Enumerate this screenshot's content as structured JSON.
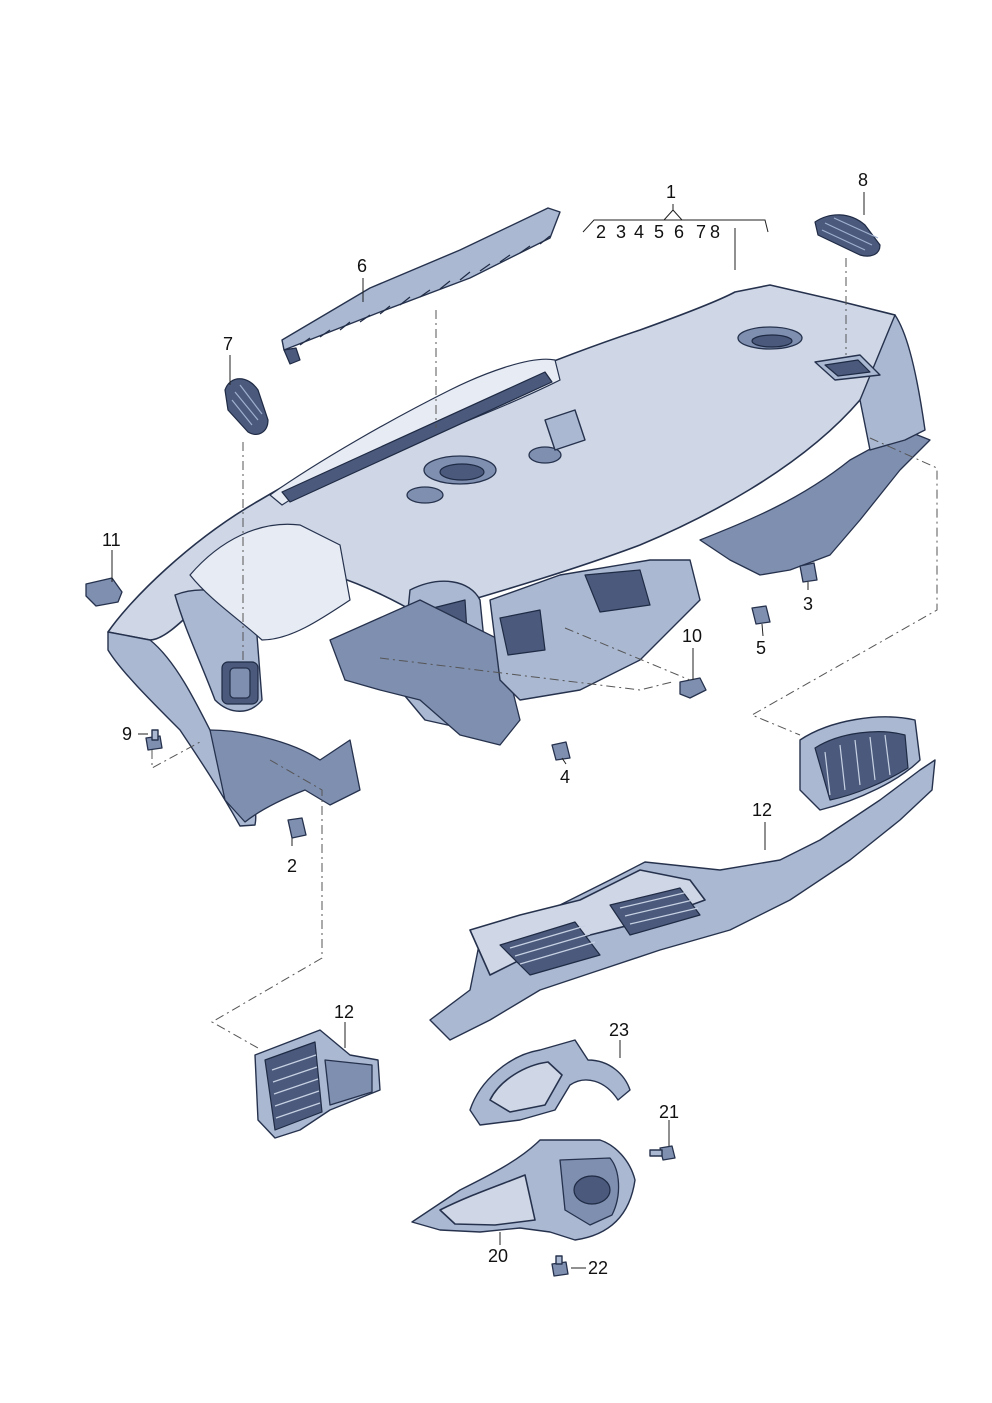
{
  "diagram": {
    "callouts": {
      "p1": "1",
      "sub_2": "2",
      "sub_3": "3",
      "sub_4": "4",
      "sub_5": "5",
      "sub_6": "6",
      "sub_7": "7",
      "sub_8": "8",
      "p2": "2",
      "p3": "3",
      "p4": "4",
      "p5": "5",
      "p6": "6",
      "p7": "7",
      "p8": "8",
      "p9": "9",
      "p10": "10",
      "p11": "11",
      "p12a": "12",
      "p12b": "12",
      "p20": "20",
      "p21": "21",
      "p22": "22",
      "p23": "23"
    },
    "colors": {
      "part_fill": "#cfd7e6",
      "part_outline": "#26324d",
      "shadow": "#4b5a7c"
    }
  }
}
